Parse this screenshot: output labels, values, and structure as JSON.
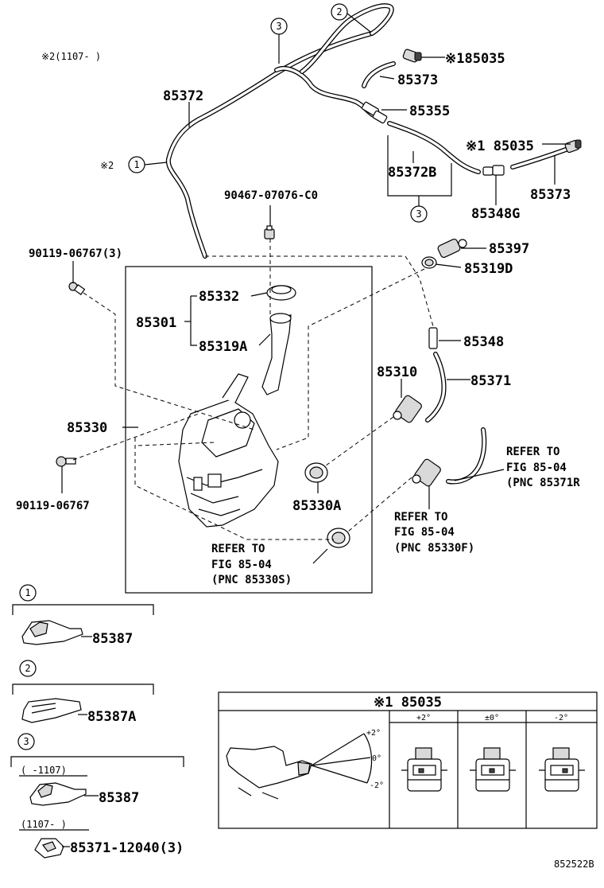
{
  "labels": {
    "note_2_range": "※2(1107-     )",
    "p85372": "85372",
    "p85373_top": "85373",
    "p85035_top": "※185035",
    "p85355": "85355",
    "p85035_mid": "※1 85035",
    "p85372B": "85372B",
    "p85373_mid": "85373",
    "p85348G": "85348G",
    "note_2_circle": "※2",
    "p90467": "90467-07076-C0",
    "p90119_3": "90119-06767(3)",
    "p85397": "85397",
    "p85319D": "85319D",
    "p85332": "85332",
    "p85301": "85301",
    "p85319A": "85319A",
    "p85348": "85348",
    "p85310": "85310",
    "p85371": "85371",
    "p85330": "85330",
    "p90119": "90119-06767",
    "p85330A": "85330A",
    "refer_1_a": "REFER TO",
    "refer_1_b": "FIG 85-04",
    "refer_1_c": "(PNC 85371R",
    "refer_2_a": "REFER TO",
    "refer_2_b": "FIG 85-04",
    "refer_2_c": "(PNC 85330F)",
    "refer_3_a": "REFER TO",
    "refer_3_b": "FIG 85-04",
    "refer_3_c": "(PNC 85330S)"
  },
  "callouts": {
    "c1": "1",
    "c2": "2",
    "c3": "3"
  },
  "legend": {
    "item1_num": "1",
    "item1_part": "85387",
    "item2_num": "2",
    "item2_part": "85387A",
    "item3_num": "3",
    "item3_range_a": "(   -1107)",
    "item3_part_a": "85387",
    "item3_range_b": "(1107-     )",
    "item3_part_b": "85371-12040(3)"
  },
  "detail": {
    "title": "※1 85035",
    "col1": "+2°",
    "col2": "±0°",
    "col3": "-2°",
    "angle_plus": "+2°",
    "angle_zero": "0°",
    "angle_minus": "-2°"
  },
  "figure_id": "852522B"
}
